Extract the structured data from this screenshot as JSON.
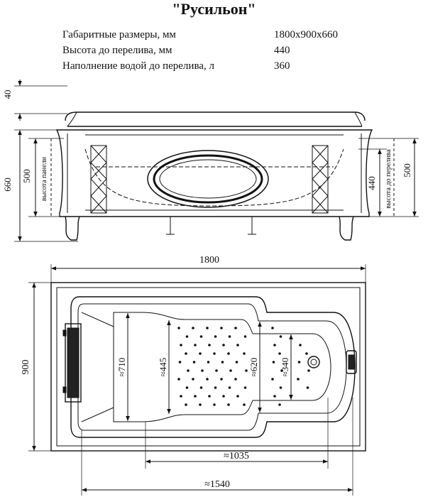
{
  "title": "\"Русильон\"",
  "specs": [
    {
      "label": "Габаритные размеры, мм",
      "value": "1800x900x660"
    },
    {
      "label": "Высота до перелива, мм",
      "value": "440"
    },
    {
      "label": "Наполнение водой до перелива, л",
      "value": "360"
    }
  ],
  "side_view": {
    "dim_top": "40",
    "dim_total_height": "660",
    "dim_panel_left": "500",
    "label_panel": "высота панели",
    "dim_overflow": "440",
    "label_overflow": "высота до перелива",
    "dim_panel_right": "500"
  },
  "top_view": {
    "dim_length": "1800",
    "dim_width": "900",
    "dim_710": "≈710",
    "dim_445": "≈445",
    "dim_620": "≈620",
    "dim_340": "≈340",
    "dim_1035": "≈1035",
    "dim_1540": "≈1540"
  }
}
